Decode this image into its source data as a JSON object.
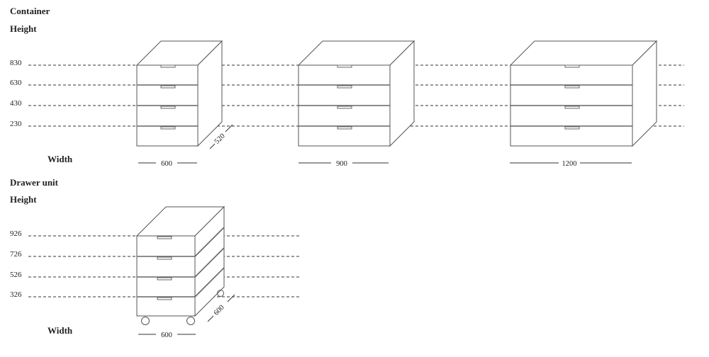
{
  "container": {
    "section_title": "Container",
    "height_label": "Height",
    "width_label": "Width",
    "heights": [
      "830",
      "630",
      "430",
      "230"
    ],
    "widths": [
      "600",
      "900",
      "1200"
    ],
    "depth": "520"
  },
  "drawer_unit": {
    "section_title": "Drawer unit",
    "height_label": "Height",
    "width_label": "Width",
    "heights": [
      "926",
      "726",
      "526",
      "326"
    ],
    "width": "600",
    "depth": "600"
  },
  "colors": {
    "line": "#555555",
    "text": "#222222"
  }
}
